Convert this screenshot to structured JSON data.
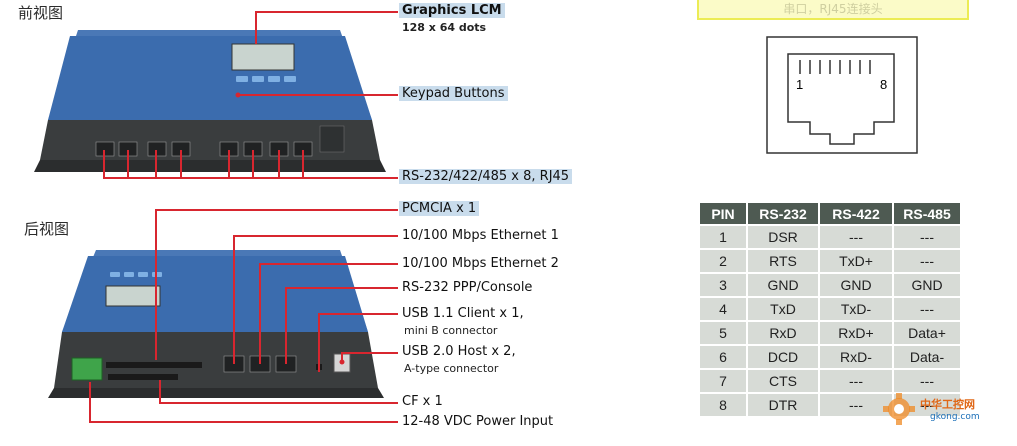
{
  "views": {
    "front_title": "前视图",
    "rear_title": "后视图"
  },
  "callouts": {
    "graphics_lcm": "Graphics LCM",
    "graphics_lcm_sub": "128 x 64 dots",
    "keypad": "Keypad Buttons",
    "rs_ports": "RS-232/422/485 x 8, RJ45",
    "pcmcia": "PCMCIA x 1",
    "eth1": "10/100 Mbps Ethernet 1",
    "eth2": "10/100 Mbps Ethernet 2",
    "console": "RS-232 PPP/Console",
    "usb_client": "USB 1.1 Client x 1,",
    "usb_client_sub": "mini B connector",
    "usb_host": "USB 2.0 Host x 2,",
    "usb_host_sub": "A-type connector",
    "cf": "CF x 1",
    "power": "12-48 VDC Power Input"
  },
  "banner": "串口，RJ45连接头",
  "rj45": {
    "pin_left": "1",
    "pin_right": "8"
  },
  "pin_table": {
    "headers": [
      "PIN",
      "RS-232",
      "RS-422",
      "RS-485"
    ],
    "rows": [
      [
        "1",
        "DSR",
        "---",
        "---"
      ],
      [
        "2",
        "RTS",
        "TxD+",
        "---"
      ],
      [
        "3",
        "GND",
        "GND",
        "GND"
      ],
      [
        "4",
        "TxD",
        "TxD-",
        "---"
      ],
      [
        "5",
        "RxD",
        "RxD+",
        "Data+"
      ],
      [
        "6",
        "DCD",
        "RxD-",
        "Data-"
      ],
      [
        "7",
        "CTS",
        "---",
        "---"
      ],
      [
        "8",
        "DTR",
        "---",
        "---"
      ]
    ]
  },
  "watermark": {
    "cn": "中华工控网",
    "url": "gkong.com"
  },
  "colors": {
    "callout_line": "#d8262f",
    "device_body": "#3a3d3e",
    "device_panel": "#3f72b8",
    "table_header": "#4e5a52",
    "table_cell": "#d7dbd6",
    "banner_bg": "#fbfbc8"
  }
}
